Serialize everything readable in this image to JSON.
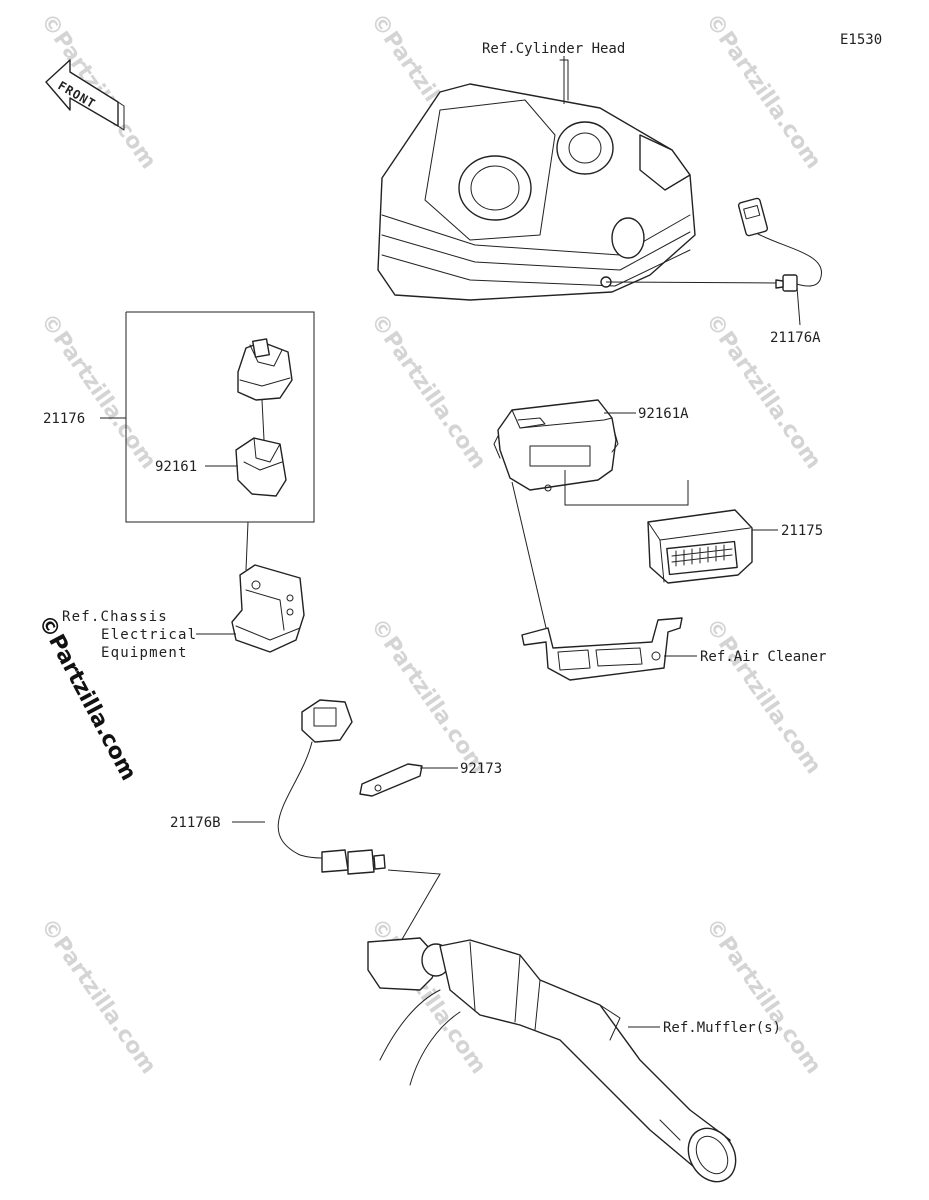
{
  "diagram_code": "E1530",
  "front_label": "FRONT",
  "watermark": "©Partzilla.com",
  "labels": {
    "ref_cylinder_head": "Ref.Cylinder Head",
    "part_21176A": "21176A",
    "part_21176": "21176",
    "part_92161": "92161",
    "part_92161A": "92161A",
    "part_21175": "21175",
    "ref_chassis_1": "Ref.Chassis",
    "ref_chassis_2": "Electrical",
    "ref_chassis_3": "Equipment",
    "ref_air_cleaner": "Ref.Air Cleaner",
    "part_92173": "92173",
    "part_21176B": "21176B",
    "ref_muffler": "Ref.Muffler(s)"
  }
}
